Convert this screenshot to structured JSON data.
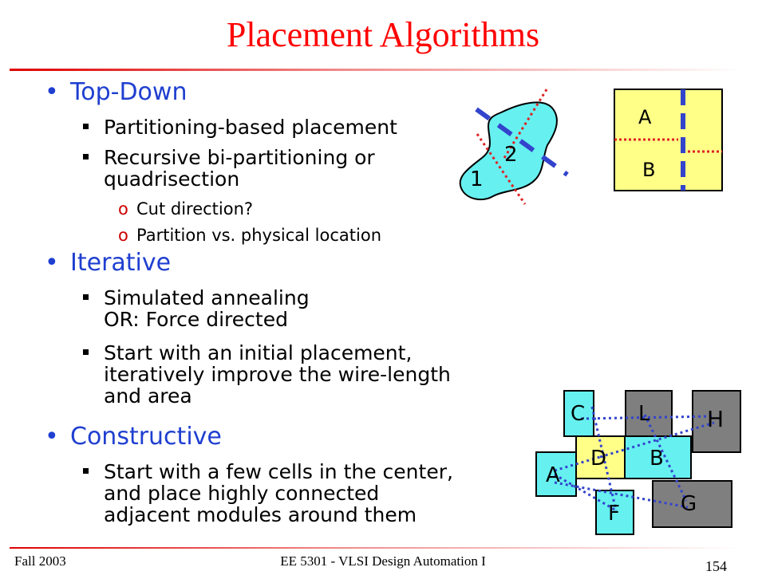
{
  "slide": {
    "title": "Placement Algorithms",
    "footer_left": "Fall 2003",
    "footer_center": "EE 5301 - VLSI Design Automation I",
    "page_number": "154"
  },
  "content": {
    "topdown": {
      "heading": "Top-Down",
      "item1": "Partitioning-based placement",
      "item2_line1": "Recursive bi-partitioning or",
      "item2_line2": "quadrisection",
      "sub1": "Cut direction?",
      "sub2": "Partition vs. physical location"
    },
    "iterative": {
      "heading": "Iterative",
      "item1_line1": "Simulated annealing",
      "item1_line2": "OR: Force directed",
      "item2_line1": "Start with an initial placement,",
      "item2_line2": "iteratively improve the wire-length",
      "item2_line3": "and area"
    },
    "constructive": {
      "heading": "Constructive",
      "item1_line1": "Start with a few cells in the center,",
      "item1_line2": "and place highly connected",
      "item1_line3": "adjacent modules around them"
    }
  },
  "figures": {
    "partition": {
      "label_1": "1",
      "label_2": "2"
    },
    "quadrant": {
      "label_a": "A",
      "label_b": "B"
    },
    "cells": {
      "label_c": "C",
      "label_l": "L",
      "label_h": "H",
      "label_d": "D",
      "label_b": "B",
      "label_a": "A",
      "label_f": "F",
      "label_g": "G"
    }
  },
  "colors": {
    "title": "#ff0000",
    "heading": "#1f3fd0",
    "cyan_cell": "#66f0f0",
    "yellow_cell": "#ffff88",
    "gray_cell": "#7f7f7f",
    "cut_line_red": "#dd2222",
    "cut_line_blue": "#3344cc"
  }
}
